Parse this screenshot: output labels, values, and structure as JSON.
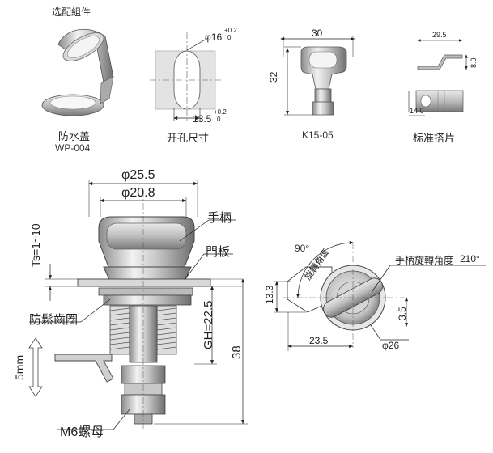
{
  "header": {
    "optional_parts": "选配組件"
  },
  "parts": {
    "cover": {
      "name": "防水盖",
      "code": "WP-004"
    },
    "cutout": {
      "name": "开孔尺寸",
      "hole_dia": "φ16",
      "hole_tol_up": "+0.2",
      "hole_tol_low": "0",
      "flat": "13.5",
      "flat_tol_up": "+0.2",
      "flat_tol_low": "0"
    },
    "key": {
      "name": "K15-05",
      "width": "30",
      "height": "32"
    },
    "bracket": {
      "name": "标准搭片",
      "length": "29.5",
      "height": "8.0",
      "offset": "14.0"
    }
  },
  "main": {
    "d_outer": "φ25.5",
    "d_inner": "φ20.8",
    "handle": "手柄",
    "panel": "門板",
    "ts": "Ts=1~10",
    "washer": "防鬆齒圈",
    "gh": "GH=22.5",
    "total": "38",
    "cam": "5mm",
    "nut": "M6螺母"
  },
  "side": {
    "angle": "90°",
    "rot_label": "旋轉角度",
    "handle_rot": "手柄旋轉角度",
    "handle_rot_val": "210°",
    "h13": "13.3",
    "d35": "3.5",
    "w235": "23.5",
    "dia": "φ26"
  }
}
